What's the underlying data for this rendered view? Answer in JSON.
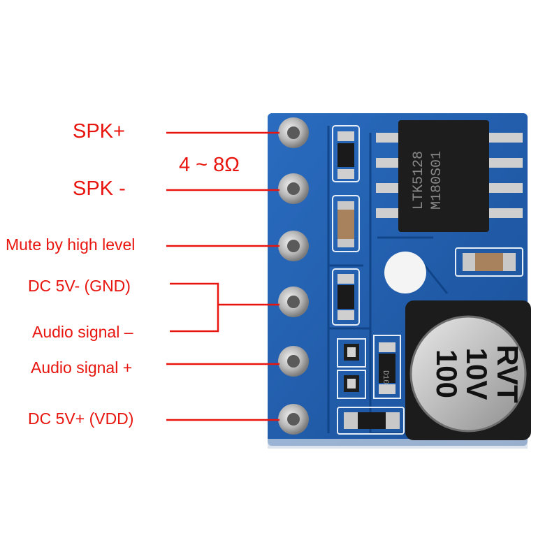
{
  "labels": {
    "spk_plus": "SPK+",
    "impedance": "4 ~ 8Ω",
    "spk_minus": "SPK -",
    "mute": "Mute by high level",
    "dc_gnd": "DC 5V-  (GND)",
    "audio_minus": "Audio signal –",
    "audio_plus": "Audio signal +",
    "dc_vdd": "DC 5V+ (VDD)"
  },
  "chip": {
    "line1": "LTK5128",
    "line2": "M180S01"
  },
  "capacitor": {
    "line1": "100",
    "line2": "10V",
    "line3": "RVT"
  },
  "diode": {
    "marking": "D10"
  },
  "colors": {
    "label_red": "#e8150f",
    "pcb_blue": "#1f5fae",
    "background": "#ffffff"
  }
}
